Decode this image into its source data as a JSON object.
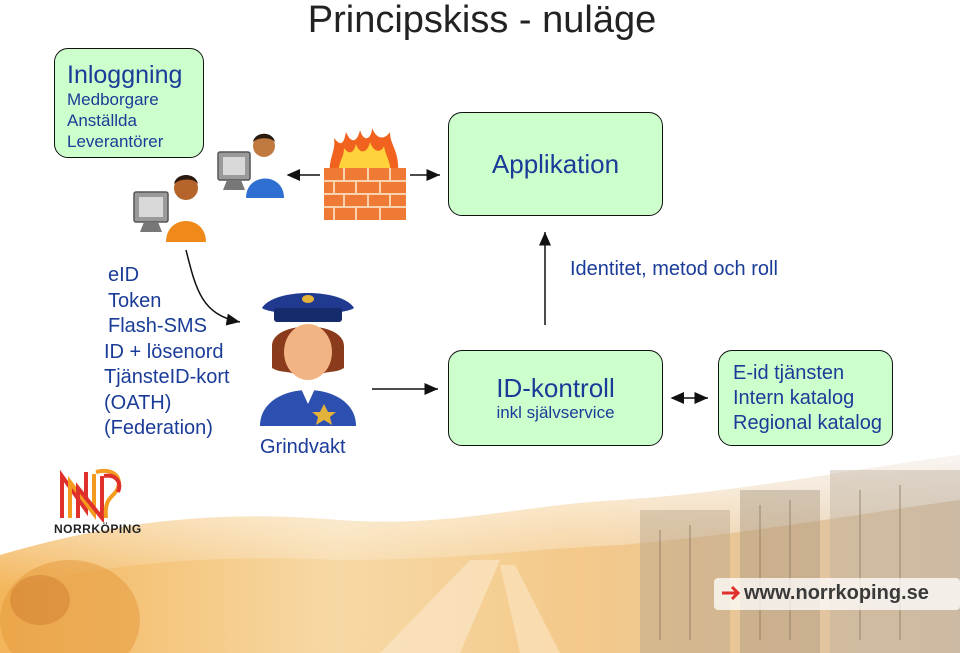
{
  "title": "Principskiss - nuläge",
  "login_box": {
    "heading": "Inloggning",
    "lines": [
      "Medborgare",
      "Anställda",
      "Leverantörer"
    ]
  },
  "application_box": {
    "label": "Applikation"
  },
  "auth_methods": [
    "eID",
    "Token",
    "Flash-SMS",
    "ID + lösenord",
    "TjänsteID-kort",
    "(OATH)",
    "(Federation)"
  ],
  "guard": {
    "label": "Grindvakt"
  },
  "identity_note": "Identitet, metod och roll",
  "id_control_box": {
    "heading": "ID-kontroll",
    "sub": "inkl självservice"
  },
  "eid_service_box": {
    "lines": [
      "E-id tjänsten",
      "Intern katalog",
      "Regional katalog"
    ]
  },
  "footer": {
    "logo_text": "NORRKÖPING",
    "url": "www.norrkoping.se"
  },
  "colors": {
    "box_fill": "#ccffcc",
    "text_blue": "#1a3c98",
    "logo_red": "#e0302c",
    "logo_orange": "#f39a1f"
  }
}
